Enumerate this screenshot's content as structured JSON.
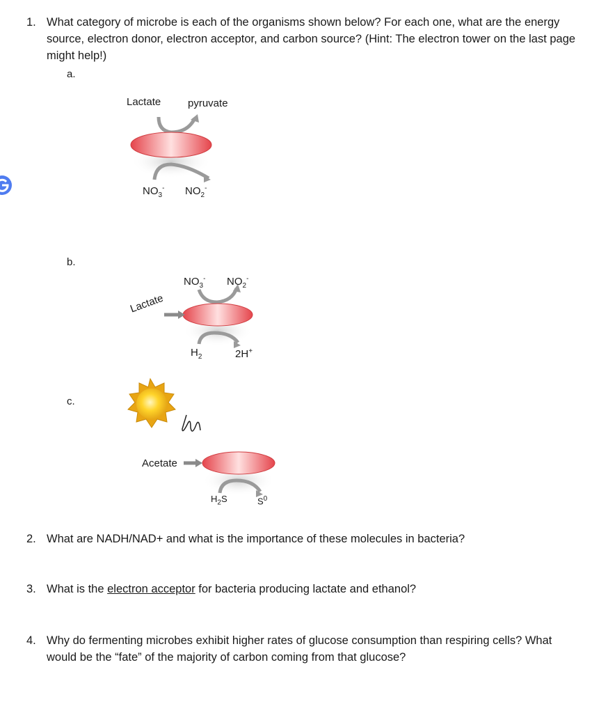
{
  "q1": {
    "number": "1.",
    "text": "What category of microbe is each of the organisms shown below? For each one, what are the energy source, electron donor, electron acceptor, and carbon source? (Hint: The electron tower on the last page might help!)",
    "parts": {
      "a": {
        "label": "a.",
        "donor_in": "Lactate",
        "donor_out": "pyruvate",
        "acceptor_in_base": "NO",
        "acceptor_in_sub": "3",
        "acceptor_in_sup": "-",
        "acceptor_out_base": "NO",
        "acceptor_out_sub": "2",
        "acceptor_out_sup": "-"
      },
      "b": {
        "label": "b.",
        "carbon_source": "Lactate",
        "acceptor_in_base": "NO",
        "acceptor_in_sub": "3",
        "acceptor_in_sup": "-",
        "acceptor_out_base": "NO",
        "acceptor_out_sub": "2",
        "acceptor_out_sup": "-",
        "donor_in_base": "H",
        "donor_in_sub": "2",
        "donor_out_base": "2H",
        "donor_out_sup": "+"
      },
      "c": {
        "label": "c.",
        "carbon_source": "Acetate",
        "donor_in_base": "H",
        "donor_in_sub": "2",
        "donor_in_tail": "S",
        "donor_out_base": "S",
        "donor_out_sup": "0"
      }
    }
  },
  "q2": {
    "number": "2.",
    "text": "What are NADH/NAD+ and what is the importance of these molecules in bacteria?"
  },
  "q3": {
    "number": "3.",
    "text_before": "What is the ",
    "underlined": "electron acceptor",
    "text_after": " for bacteria producing lactate and ethanol?"
  },
  "q4": {
    "number": "4.",
    "text": "Why do fermenting microbes exhibit higher rates of glucose consumption than respiring cells? What would be the “fate” of the majority of carbon coming from that glucose?"
  },
  "colors": {
    "cell_red": "#e5454c",
    "cell_highlight": "#ffffff",
    "arrow_gray": "#8a8a8a",
    "sun_yellow": "#f5c21b",
    "badge_blue": "#4f7cf0"
  },
  "icons": [
    "google-g-icon",
    "sun-icon",
    "light-squiggle-icon"
  ]
}
